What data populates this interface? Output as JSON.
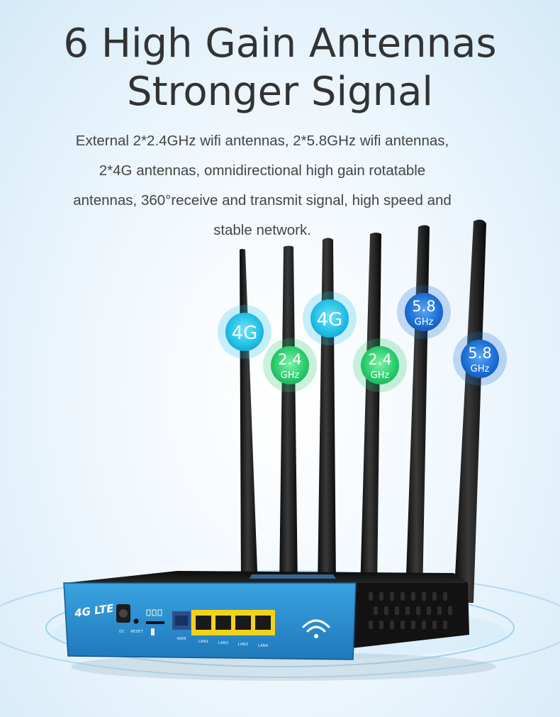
{
  "headline": {
    "line1": "6 High Gain Antennas",
    "line2": "Stronger Signal"
  },
  "description": {
    "line1": "External 2*2.4GHz wifi antennas, 2*5.8GHz wifi antennas,",
    "line2": "2*4G antennas, omnidirectional high gain rotatable",
    "line3": "antennas, 360°receive and transmit signal, high speed and",
    "line4": "stable network."
  },
  "badges": [
    {
      "value": "4G",
      "unit": ""
    },
    {
      "value": "2.4",
      "unit": "GHz"
    },
    {
      "value": "4G",
      "unit": ""
    },
    {
      "value": "2.4",
      "unit": "GHz"
    },
    {
      "value": "5.8",
      "unit": "GHz"
    },
    {
      "value": "5.8",
      "unit": "GHz"
    }
  ],
  "router": {
    "logo": "4G LTE",
    "port_labels": [
      "DC",
      "RESET",
      "WAN",
      "LAN1",
      "LAN2",
      "LAN3",
      "LAN4"
    ]
  },
  "colors": {
    "badge_4g": "#22c4e6",
    "badge_2_4": "#2ecc70",
    "badge_5_8": "#1f6fd6",
    "router_face": "#2a8ed0",
    "lan_port": "#f2d31c"
  },
  "icons": [
    "wifi-icon",
    "sim-icon"
  ]
}
